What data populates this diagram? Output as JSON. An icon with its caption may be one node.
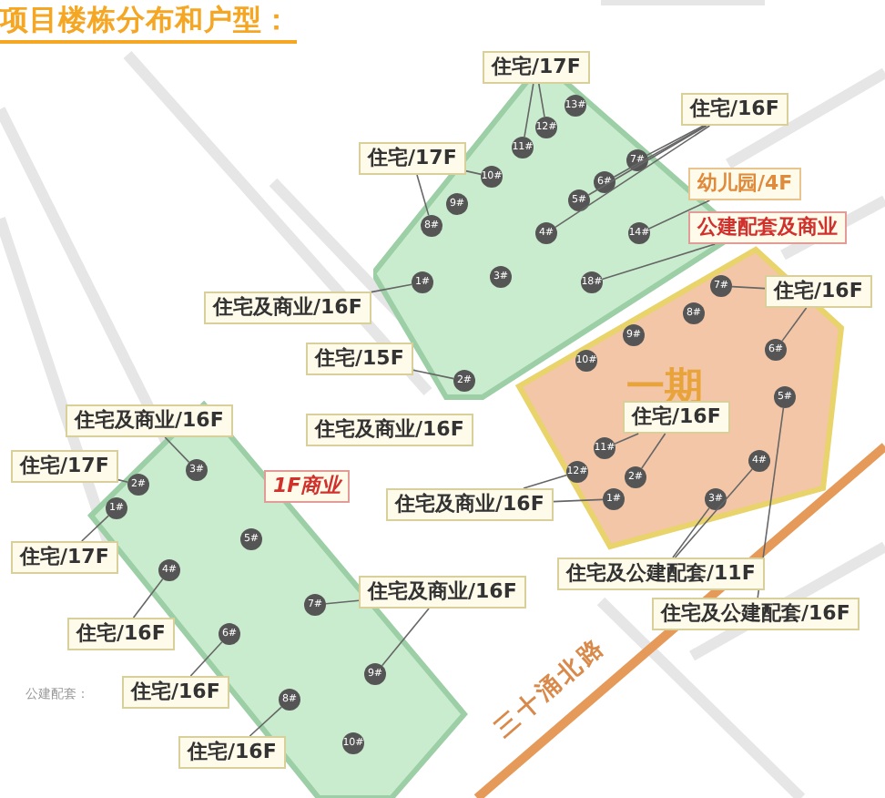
{
  "diagram": {
    "title": "项目楼栋分布和户型：",
    "nodes": [
      {
        "text": [],
        "shape": "box"
      },
      {
        "text": [
          "13#"
        ],
        "in": 0
      },
      {
        "text": [
          "12#"
        ],
        "in": 0
      },
      {
        "text": [
          "11#"
        ],
        "in": 0
      },
      {
        "text": [
          "10#"
        ],
        "in": 0
      },
      {
        "text": [
          "9#"
        ],
        "in": 0
      },
      {
        "text": [
          "8#"
        ],
        "in": 0
      },
      {
        "text": [
          "7#"
        ],
        "in": 0
      },
      {
        "text": [
          "6#"
        ],
        "in": 0
      },
      {
        "text": [
          "5#"
        ],
        "in": 0
      },
      {
        "text": [
          "4#"
        ],
        "in": 0
      },
      {
        "text": [
          "14#"
        ],
        "in": 0
      },
      {
        "text": [
          "3#"
        ],
        "in": 0
      },
      {
        "text": [
          "1#"
        ],
        "in": 0
      },
      {
        "text": [
          "18#"
        ],
        "in": 0
      },
      {
        "text": [
          "2#"
        ],
        "in": 0
      },
      {
        "text": [
          "一期"
        ]
      },
      {
        "text": [
          "7#"
        ],
        "in": 16
      },
      {
        "text": [
          "8#"
        ],
        "in": 16
      },
      {
        "text": [
          "9#"
        ],
        "in": 16
      },
      {
        "text": [
          "10#"
        ],
        "in": 16
      },
      {
        "text": [
          "6#"
        ],
        "in": 16
      },
      {
        "text": [
          "5#"
        ],
        "in": 16
      },
      {
        "text": [
          "11#"
        ],
        "in": 16
      },
      {
        "text": [
          "12#"
        ],
        "in": 16
      },
      {
        "text": [
          "2#"
        ],
        "in": 16
      },
      {
        "text": [
          "1#"
        ],
        "in": 16
      },
      {
        "text": [
          "4#"
        ],
        "in": 16
      },
      {
        "text": [
          "3#"
        ],
        "in": 16
      },
      {
        "text": [],
        "shape": "box"
      },
      {
        "text": [
          "3#"
        ],
        "in": 29
      },
      {
        "text": [
          "2#"
        ],
        "in": 29
      },
      {
        "text": [
          "1#"
        ],
        "in": 29
      },
      {
        "text": [
          "5#"
        ],
        "in": 29
      },
      {
        "text": [
          "4#"
        ],
        "in": 29
      },
      {
        "text": [
          "7#"
        ],
        "in": 29
      },
      {
        "text": [
          "6#"
        ],
        "in": 29
      },
      {
        "text": [
          "9#"
        ],
        "in": 29
      },
      {
        "text": [
          "8#"
        ],
        "in": 29
      },
      {
        "text": [
          "10#"
        ],
        "in": 29
      },
      {
        "text": [
          "住宅/17F"
        ]
      },
      {
        "text": [
          "住宅/16F"
        ]
      },
      {
        "text": [
          "住宅/17F"
        ]
      },
      {
        "text": [
          "幼儿园/4F"
        ]
      },
      {
        "text": [
          "公建配套及商业"
        ]
      },
      {
        "text": [
          "住宅/16F"
        ]
      },
      {
        "text": [
          "住宅及商业/16F"
        ]
      },
      {
        "text": [
          "住宅/15F"
        ]
      },
      {
        "text": [
          "住宅及商业/16F"
        ]
      },
      {
        "text": [
          "住宅及商业/16F"
        ]
      },
      {
        "text": [
          "住宅/16F"
        ],
        "in": 16
      },
      {
        "text": [
          "1F商业"
        ]
      },
      {
        "text": [
          "住宅/17F"
        ]
      },
      {
        "text": [
          "住宅及商业/16F"
        ]
      },
      {
        "text": [
          "住宅/17F"
        ]
      },
      {
        "text": [
          "住宅及公建配套/11F"
        ]
      },
      {
        "text": [
          "住宅及商业/16F"
        ]
      },
      {
        "text": [
          "住宅及公建配套/16F"
        ]
      },
      {
        "text": [
          "住宅/16F"
        ]
      },
      {
        "text": [
          "住宅/16F"
        ]
      },
      {
        "text": [
          "住宅/16F"
        ]
      }
    ],
    "edges": [
      {
        "from": 40,
        "to": 2,
        "arrow": "none"
      },
      {
        "from": 40,
        "to": 3,
        "arrow": "none"
      },
      {
        "from": 41,
        "to": 7,
        "arrow": "none"
      },
      {
        "from": 41,
        "to": 8,
        "arrow": "none"
      },
      {
        "from": 41,
        "to": 9,
        "arrow": "none"
      },
      {
        "from": 41,
        "to": 10,
        "arrow": "none"
      },
      {
        "from": 42,
        "to": 6,
        "arrow": "none"
      },
      {
        "from": 42,
        "to": 4,
        "arrow": "none"
      },
      {
        "from": 43,
        "to": 11,
        "arrow": "none"
      },
      {
        "from": 44,
        "to": 14,
        "arrow": "none"
      },
      {
        "from": 45,
        "to": 17,
        "arrow": "none"
      },
      {
        "from": 45,
        "to": 21,
        "arrow": "none"
      },
      {
        "from": 46,
        "to": 13,
        "arrow": "none"
      },
      {
        "from": 47,
        "to": 15,
        "arrow": "none"
      },
      {
        "from": 48,
        "to": 30,
        "arrow": "none"
      },
      {
        "from": 50,
        "to": 25,
        "arrow": "none"
      },
      {
        "from": 50,
        "to": 23,
        "arrow": "none"
      },
      {
        "from": 52,
        "to": 31,
        "arrow": "none"
      },
      {
        "from": 53,
        "to": 26,
        "arrow": "none"
      },
      {
        "from": 53,
        "to": 24,
        "arrow": "none"
      },
      {
        "from": 54,
        "to": 32,
        "arrow": "none"
      },
      {
        "from": 55,
        "to": 28,
        "arrow": "none"
      },
      {
        "from": 55,
        "to": 27,
        "arrow": "none"
      },
      {
        "from": 56,
        "to": 35,
        "arrow": "none"
      },
      {
        "from": 56,
        "to": 37,
        "arrow": "none"
      },
      {
        "from": 57,
        "to": 22,
        "arrow": "none"
      },
      {
        "from": 58,
        "to": 34,
        "arrow": "none"
      },
      {
        "from": 59,
        "to": 36,
        "arrow": "none"
      },
      {
        "from": 60,
        "to": 38,
        "arrow": "none"
      }
    ],
    "labels": [
      "三十涌北路",
      "公建配套："
    ]
  }
}
